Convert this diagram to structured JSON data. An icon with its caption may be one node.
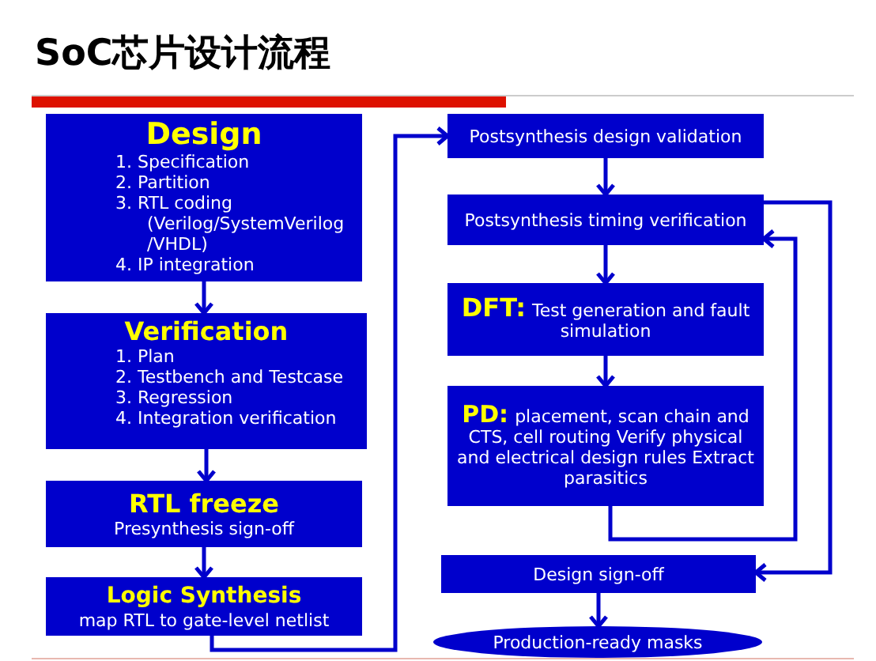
{
  "diagram": {
    "title": "SoC芯片设计流程",
    "nodes": [
      {
        "text": [
          "Design",
          "1. Specification",
          "2. Partition",
          "3. RTL coding (Verilog/SystemVerilog /VHDL)",
          "4. IP integration"
        ]
      },
      {
        "text": [
          "Verification",
          "1. Plan",
          "2. Testbench and Testcase",
          "3. Regression",
          "4. Integration verification"
        ]
      },
      {
        "text": [
          "RTL freeze",
          "Presynthesis sign-off"
        ]
      },
      {
        "text": [
          "Logic Synthesis",
          "map RTL to gate-level netlist"
        ]
      },
      {
        "text": [
          "Postsynthesis design validation"
        ]
      },
      {
        "text": [
          "Postsynthesis timing verification"
        ]
      },
      {
        "text": [
          "DFT:",
          "Test generation and fault simulation"
        ]
      },
      {
        "text": [
          "PD:",
          "placement, scan chain and CTS, cell routing Verify physical and electrical design rules Extract parasitics"
        ]
      },
      {
        "text": [
          "Design sign-off"
        ]
      },
      {
        "text": [
          "Production-ready masks"
        ]
      }
    ],
    "edges": [
      {
        "from": 0,
        "to": 1,
        "arrow": "to"
      },
      {
        "from": 1,
        "to": 2,
        "arrow": "to"
      },
      {
        "from": 2,
        "to": 3,
        "arrow": "to"
      },
      {
        "from": 3,
        "to": 4,
        "arrow": "to"
      },
      {
        "from": 4,
        "to": 5,
        "arrow": "to"
      },
      {
        "from": 5,
        "to": 6,
        "arrow": "to"
      },
      {
        "from": 6,
        "to": 7,
        "arrow": "to"
      },
      {
        "from": 7,
        "to": 5,
        "arrow": "to"
      },
      {
        "from": 5,
        "to": 8,
        "arrow": "to"
      },
      {
        "from": 8,
        "to": 9,
        "arrow": "to"
      }
    ]
  }
}
